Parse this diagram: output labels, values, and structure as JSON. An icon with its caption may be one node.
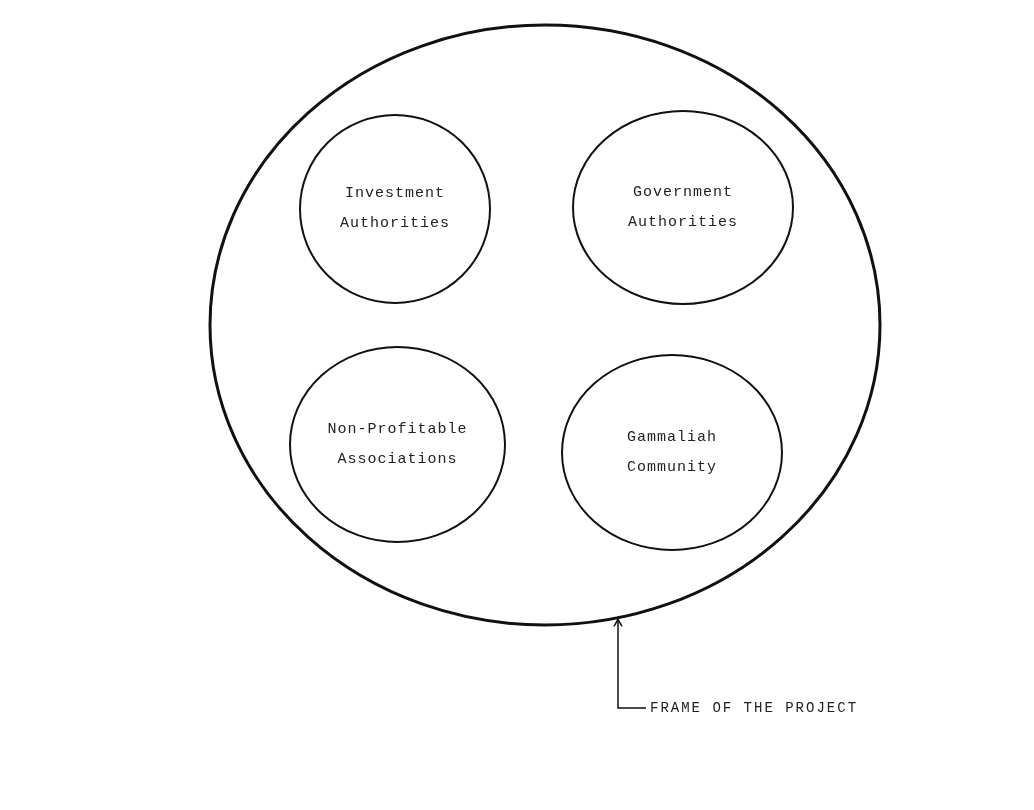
{
  "diagram": {
    "nodes": [
      {
        "text": [],
        "shape": "circle"
      },
      {
        "text": [
          "Investment Authorities"
        ],
        "in": 0
      },
      {
        "text": [
          "Government Authorities"
        ],
        "in": 0
      },
      {
        "text": [
          "Non-Profitable Associations"
        ],
        "in": 0
      },
      {
        "text": [
          "Gammaliah Community"
        ],
        "in": 0
      },
      {
        "text": [
          "FRAME OF THE PROJECT"
        ]
      }
    ],
    "edges": [
      {
        "from": 5,
        "to": 0,
        "arrow": "to"
      }
    ]
  }
}
